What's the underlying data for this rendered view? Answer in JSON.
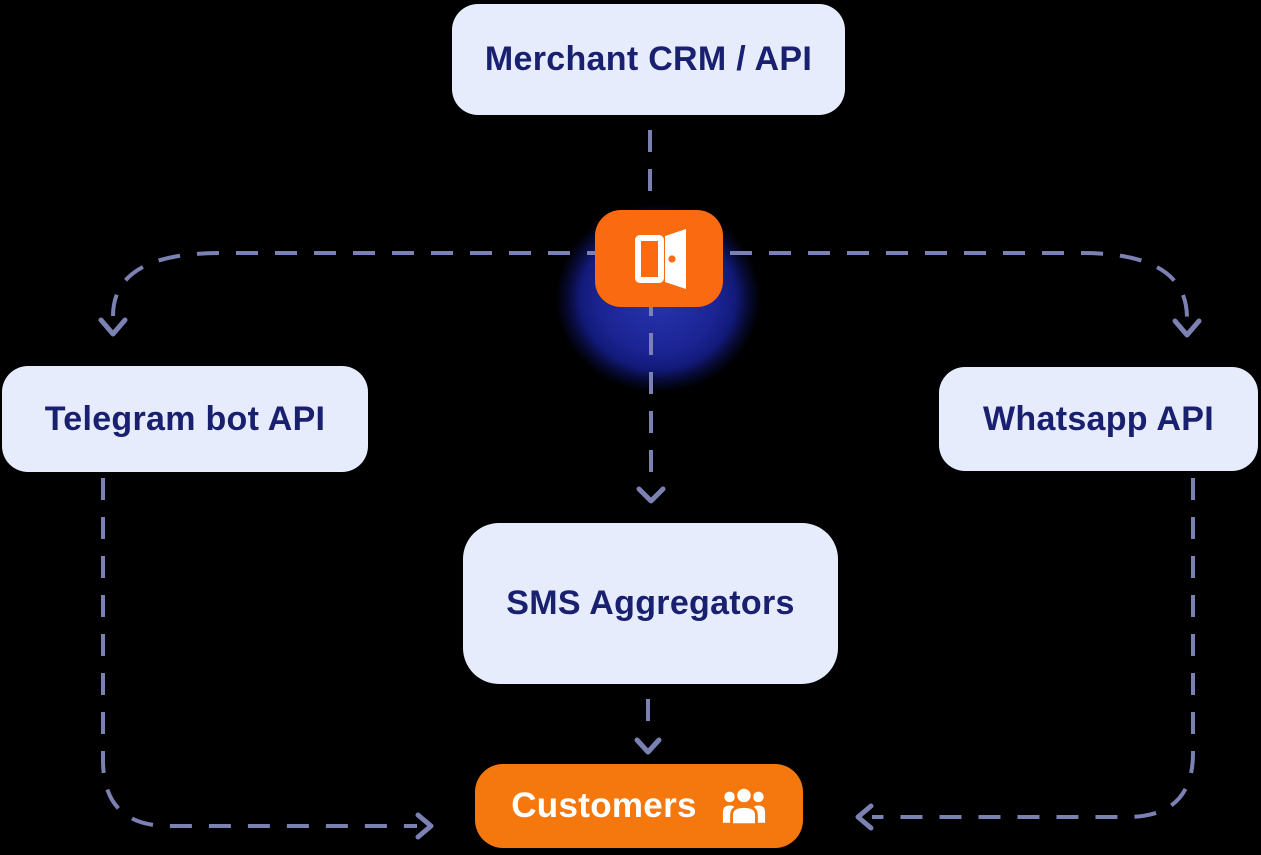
{
  "diagram": {
    "nodes": {
      "merchant": {
        "label": "Merchant CRM / API"
      },
      "gateway": {
        "icon": "door-open-icon"
      },
      "telegram": {
        "label": "Telegram bot API"
      },
      "whatsapp": {
        "label": "Whatsapp API"
      },
      "sms": {
        "label": "SMS Aggregators"
      },
      "customers": {
        "label": "Customers",
        "icon": "people-icon"
      }
    },
    "edges": [
      {
        "from": "merchant",
        "to": "gateway",
        "style": "dashed",
        "arrow": false
      },
      {
        "from": "gateway",
        "to": "telegram",
        "style": "dashed",
        "arrow": true
      },
      {
        "from": "gateway",
        "to": "whatsapp",
        "style": "dashed",
        "arrow": true
      },
      {
        "from": "gateway",
        "to": "sms",
        "style": "dashed",
        "arrow": true
      },
      {
        "from": "sms",
        "to": "customers",
        "style": "dashed",
        "arrow": true
      },
      {
        "from": "telegram",
        "to": "customers",
        "style": "dashed",
        "arrow": true
      },
      {
        "from": "whatsapp",
        "to": "customers",
        "style": "dashed",
        "arrow": true
      }
    ]
  },
  "colors": {
    "bg": "#000000",
    "box-fill": "#E6ECFB",
    "navy": "#19206F",
    "dash": "#7B81B3",
    "orange-tile": "#FA6A10",
    "orange-btn": "#F5780F",
    "glow-core": "#2A34AC"
  }
}
